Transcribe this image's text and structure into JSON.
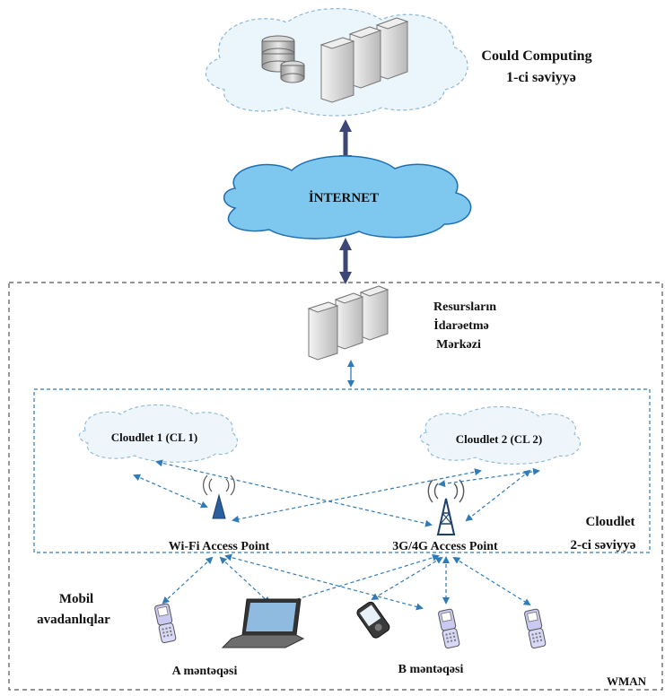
{
  "cloud_computing": {
    "line1": "Could Computing",
    "line2": "1-ci səviyyə"
  },
  "internet": {
    "label": "İNTERNET"
  },
  "management": {
    "line1": "Resursların",
    "line2": "İdarəetmə",
    "line3": "Mərkəzi"
  },
  "cloudlets": [
    {
      "label": "Cloudlet 1 (CL 1)"
    },
    {
      "label": "Cloudlet 2 (CL 2)"
    }
  ],
  "access_points": [
    {
      "label": "Wi-Fi Access Point"
    },
    {
      "label": "3G/4G Access Point"
    }
  ],
  "cloudlet_level": {
    "line1": "Cloudlet",
    "line2": "2-ci səviyyə"
  },
  "mobile": {
    "line1": "Mobil",
    "line2": "avadanlıqlar"
  },
  "zones": {
    "a": "A məntəqəsi",
    "b": "B məntəqəsi"
  },
  "wman": {
    "label": "WMAN"
  },
  "colors": {
    "arrow_dark": "#3c4677",
    "arrow_blue": "#2f7bb8",
    "cloud_fill": "#7ec8ef",
    "cloud_stroke": "#1f6fb2"
  }
}
